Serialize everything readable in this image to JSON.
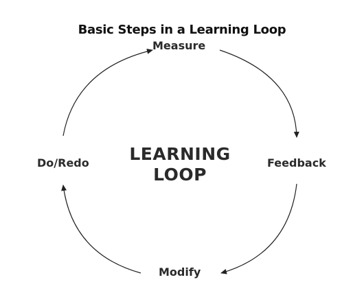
{
  "title": "Basic Steps in a Learning Loop",
  "center_label": {
    "line1": "LEARNING",
    "line2": "LOOP"
  },
  "steps": {
    "measure": "Measure",
    "feedback": "Feedback",
    "modify": "Modify",
    "do_redo": "Do/Redo"
  },
  "colors": {
    "text": "#2a2a2a",
    "arrow": "#222222",
    "background": "#ffffff"
  }
}
